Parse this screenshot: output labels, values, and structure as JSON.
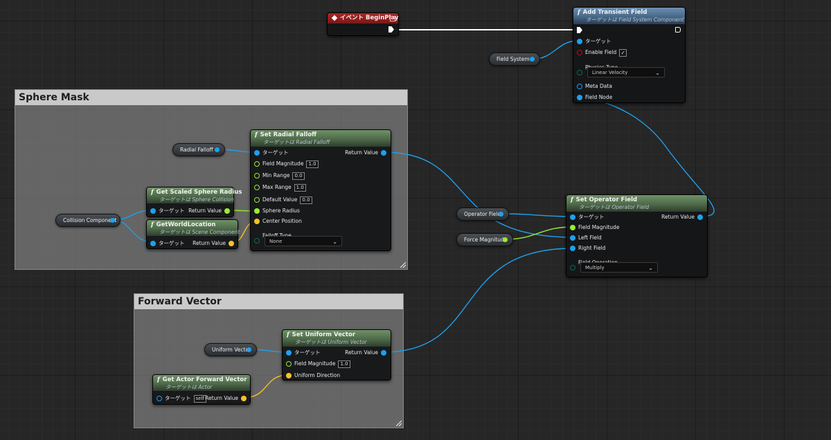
{
  "colors": {
    "object": "#1da1ee",
    "float": "#9aec31",
    "vector": "#f7c128",
    "bool": "#8b0000",
    "exec": "#ffffff"
  },
  "comments": {
    "sphere_mask": {
      "title": "Sphere Mask"
    },
    "forward_vector": {
      "title": "Forward Vector"
    }
  },
  "begin_play": {
    "title": "イベント BeginPlay"
  },
  "add_transient_field": {
    "title": "Add Transient Field",
    "subtitle": "ターゲットは Field System Component",
    "pins": {
      "target": "ターゲット",
      "enable_field": "Enable Field",
      "physics_type": "Physics Type",
      "physics_type_value": "Linear Velocity",
      "meta_data": "Meta Data",
      "field_node": "Field Node"
    },
    "enable_field_checked": "✓"
  },
  "field_system_var": {
    "label": "Field System"
  },
  "set_radial_falloff": {
    "title": "Set Radial Falloff",
    "subtitle": "ターゲットは Radial Falloff",
    "pins": {
      "target": "ターゲット",
      "return_value": "Return Value",
      "field_magnitude": "Field Magnitude",
      "field_magnitude_value": "1.0",
      "min_range": "Min Range",
      "min_range_value": "0.0",
      "max_range": "Max Range",
      "max_range_value": "1.0",
      "default_value": "Default Value",
      "default_value_value": "0.0",
      "sphere_radius": "Sphere Radius",
      "center_position": "Center Position",
      "falloff_type": "Falloff Type",
      "falloff_type_value": "None"
    }
  },
  "radial_falloff_var": {
    "label": "Radial Falloff"
  },
  "collision_component_var": {
    "label": "Collision Component"
  },
  "get_scaled_sphere_radius": {
    "title": "Get Scaled Sphere Radius",
    "subtitle": "ターゲットは Sphere Collision",
    "pins": {
      "target": "ターゲット",
      "return_value": "Return Value"
    }
  },
  "get_world_location": {
    "title": "GetWorldLocation",
    "subtitle": "ターゲットは Scene Component",
    "pins": {
      "target": "ターゲット",
      "return_value": "Return Value"
    }
  },
  "operator_field_var": {
    "label": "Operator Field"
  },
  "force_magnitude_var": {
    "label": "Force Magnitude"
  },
  "set_operator_field": {
    "title": "Set Operator Field",
    "subtitle": "ターゲットは Operator Field",
    "pins": {
      "target": "ターゲット",
      "return_value": "Return Value",
      "field_magnitude": "Field Magnitude",
      "left_field": "Left Field",
      "right_field": "Right Field",
      "field_operation": "Field Operation",
      "field_operation_value": "Multiply"
    }
  },
  "uniform_vector_var": {
    "label": "Uniform Vector"
  },
  "set_uniform_vector": {
    "title": "Set Uniform Vector",
    "subtitle": "ターゲットは Uniform Vector",
    "pins": {
      "target": "ターゲット",
      "return_value": "Return Value",
      "field_magnitude": "Field Magnitude",
      "field_magnitude_value": "1.0",
      "uniform_direction": "Uniform Direction"
    }
  },
  "get_actor_forward_vector": {
    "title": "Get Actor Forward Vector",
    "subtitle": "ターゲットは Actor",
    "pins": {
      "target": "ターゲット",
      "target_value": "self",
      "return_value": "Return Value"
    }
  }
}
